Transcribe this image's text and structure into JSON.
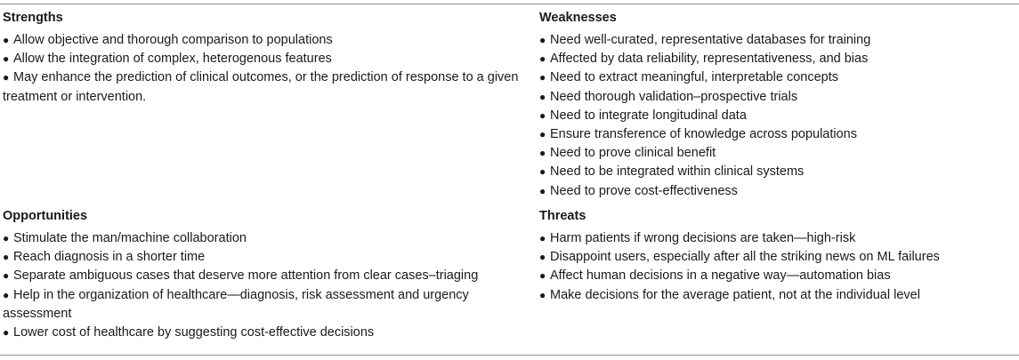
{
  "strengths": {
    "heading": "Strengths",
    "items": [
      "Allow objective and thorough comparison to populations",
      "Allow the integration of complex, heterogenous features",
      "May enhance the prediction of clinical outcomes, or the prediction of response to a given treatment or intervention."
    ]
  },
  "weaknesses": {
    "heading": "Weaknesses",
    "items": [
      "Need well-curated, representative databases for training",
      "Affected by data reliability, representativeness, and bias",
      "Need to extract meaningful, interpretable concepts",
      "Need thorough validation–prospective trials",
      "Need to integrate longitudinal data",
      "Ensure transference of knowledge across populations",
      "Need to prove clinical benefit",
      "Need to be integrated within clinical systems",
      "Need to prove cost-effectiveness"
    ]
  },
  "opportunities": {
    "heading": "Opportunities",
    "items": [
      "Stimulate the man/machine collaboration",
      "Reach diagnosis in a shorter time",
      "Separate ambiguous cases that deserve more attention from clear cases–triaging",
      "Help in the organization of healthcare—diagnosis, risk assessment and urgency assessment",
      "Lower cost of healthcare by suggesting cost-effective decisions"
    ]
  },
  "threats": {
    "heading": "Threats",
    "items": [
      "Harm patients if wrong decisions are taken—high-risk",
      "Disappoint users, especially after all the striking news on ML failures",
      "Affect human decisions in a negative way—automation bias",
      "Make decisions for the average patient, not at the individual level"
    ]
  },
  "bullet_glyph": "●"
}
